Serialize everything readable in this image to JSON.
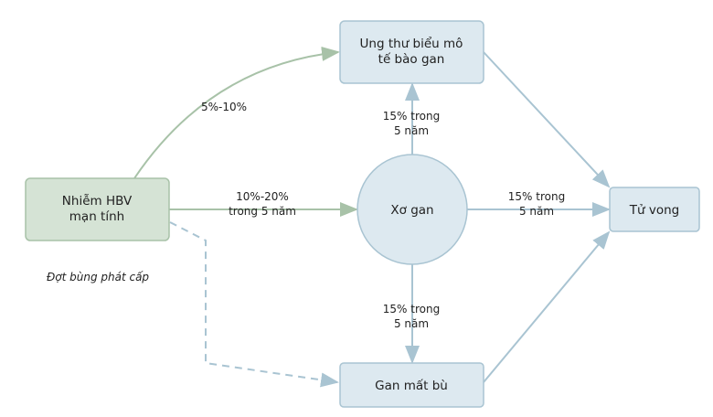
{
  "nodes": {
    "hbv": {
      "line1": "Nhiễm HBV",
      "line2": "mạn tính"
    },
    "hcc": {
      "line1": "Ung thư biểu mô",
      "line2": "tế bào gan"
    },
    "cirrhosis": {
      "label": "Xơ gan"
    },
    "death": {
      "label": "Tử vong"
    },
    "decomp": {
      "label": "Gan mất bù"
    }
  },
  "edges": {
    "hbv_hcc": "5%-10%",
    "hbv_cirrhosis": {
      "line1": "10%-20%",
      "line2": "trong 5 năm"
    },
    "cirrhosis_hcc": {
      "line1": "15% trong",
      "line2": "5 năm"
    },
    "cirrhosis_death": {
      "line1": "15% trong",
      "line2": "5 năm"
    },
    "cirrhosis_decomp": {
      "line1": "15% trong",
      "line2": "5 năm"
    },
    "flare_note": "Đợt bùng phát cấp"
  },
  "colors": {
    "green_fill": "#d5e3d5",
    "green_stroke": "#a8c2a8",
    "blue_fill": "#dde9f0",
    "blue_stroke": "#a9c4d2"
  }
}
